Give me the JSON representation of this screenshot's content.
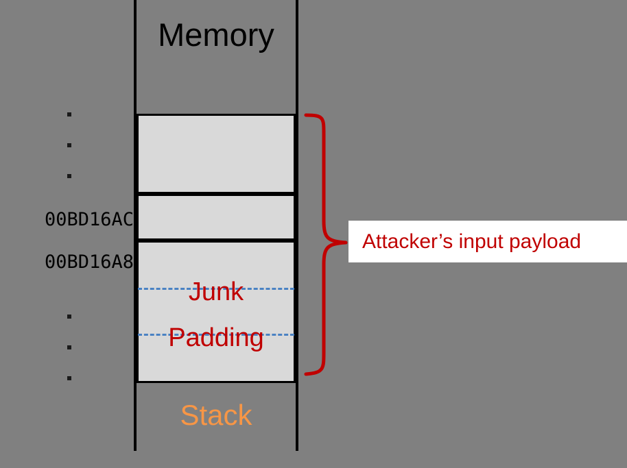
{
  "diagram": {
    "background_color": "#808080",
    "column": {
      "title": "Memory",
      "bottom_label": "Stack",
      "bottom_label_color": "#F79646",
      "cell_fill_color": "#D9D9D9",
      "cell_border_color": "#000000"
    },
    "addresses": [
      {
        "label": "00BD16AC"
      },
      {
        "label": "00BD16A8"
      }
    ],
    "ellipsis": {
      "upper_dots": 3,
      "lower_dots": 3,
      "glyph": "."
    },
    "cells": [
      {
        "name": "payload-cell-top",
        "content": ""
      },
      {
        "name": "payload-cell-middle",
        "content": ""
      },
      {
        "name": "payload-cell-junk",
        "content": ""
      }
    ],
    "junk_region": {
      "line_1": "Junk",
      "line_2": "Padding",
      "text_color": "#C00000",
      "dashed_line_color": "#4A82C3",
      "dashed_line_count": 2
    },
    "annotation": {
      "brace_color": "#C00000",
      "callout_text": "Attacker’s input payload",
      "callout_text_color": "#C00000",
      "callout_background": "#FFFFFF"
    }
  }
}
